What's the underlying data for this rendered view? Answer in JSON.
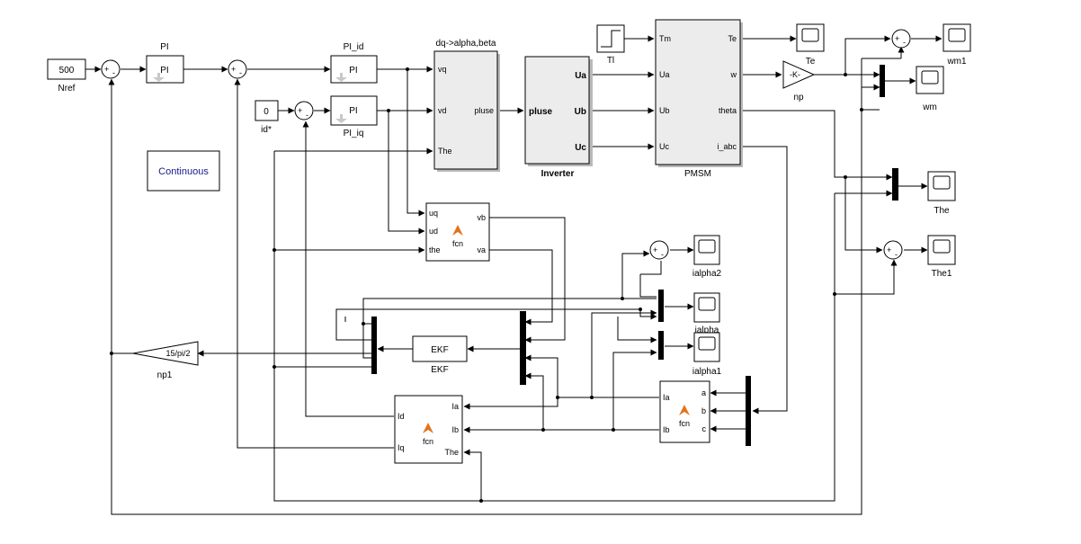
{
  "blocks": {
    "nref": {
      "value": "500",
      "label": "Nref"
    },
    "id_star": {
      "value": "0",
      "label": "id*"
    },
    "pi_speed": {
      "title": "PI",
      "text": "PI"
    },
    "pi_id": {
      "title": "PI_id",
      "text": "PI"
    },
    "pi_iq": {
      "text": "PI",
      "label": "PI_iq"
    },
    "dq2ab": {
      "title": "dq->alpha,beta",
      "in_vq": "vq",
      "in_vd": "vd",
      "in_the": "The",
      "out": "pluse"
    },
    "inverter": {
      "label": "Inverter",
      "in": "pluse",
      "out_ua": "Ua",
      "out_ub": "Ub",
      "out_uc": "Uc"
    },
    "step": {
      "label": "Tl"
    },
    "pmsm": {
      "label": "PMSM",
      "in_tm": "Tm",
      "in_ua": "Ua",
      "in_ub": "Ub",
      "in_uc": "Uc",
      "out_te": "Te",
      "out_w": "w",
      "out_theta": "theta",
      "out_iabc": "i_abc"
    },
    "gain_np": {
      "text": "-K-",
      "label": "np"
    },
    "gain_np1": {
      "text": "15/pi/2",
      "label": "np1"
    },
    "continuous": {
      "text": "Continuous"
    },
    "fcn_uv": {
      "in1": "uq",
      "in2": "ud",
      "in3": "the",
      "out1": "vb",
      "out2": "va",
      "name": "fcn"
    },
    "ekf": {
      "text": "EKF",
      "label": "EKF"
    },
    "fcn_park": {
      "in1": "Id",
      "in2": "Iq",
      "out1": "Ia",
      "out2": "Ib",
      "out3": "The",
      "name": "fcn"
    },
    "fcn_clarke": {
      "in1": "a",
      "in2": "b",
      "in3": "c",
      "out1": "Ia",
      "out2": "Ib",
      "name": "fcn"
    }
  },
  "scopes": {
    "te": "Te",
    "wm1": "wm1",
    "wm": "wm",
    "the": "The",
    "the1": "The1",
    "ialpha2": "ialpha2",
    "ialpha": "ialpha",
    "ialpha1": "ialpha1"
  },
  "sum_signs": {
    "plus": "+",
    "minus": "-"
  },
  "colors": {
    "background": "#ffffff",
    "line": "#000000",
    "subsystem_fill": "#ececec",
    "continuous_text": "#1a1a8c",
    "matlab_icon": "#e2731a"
  }
}
